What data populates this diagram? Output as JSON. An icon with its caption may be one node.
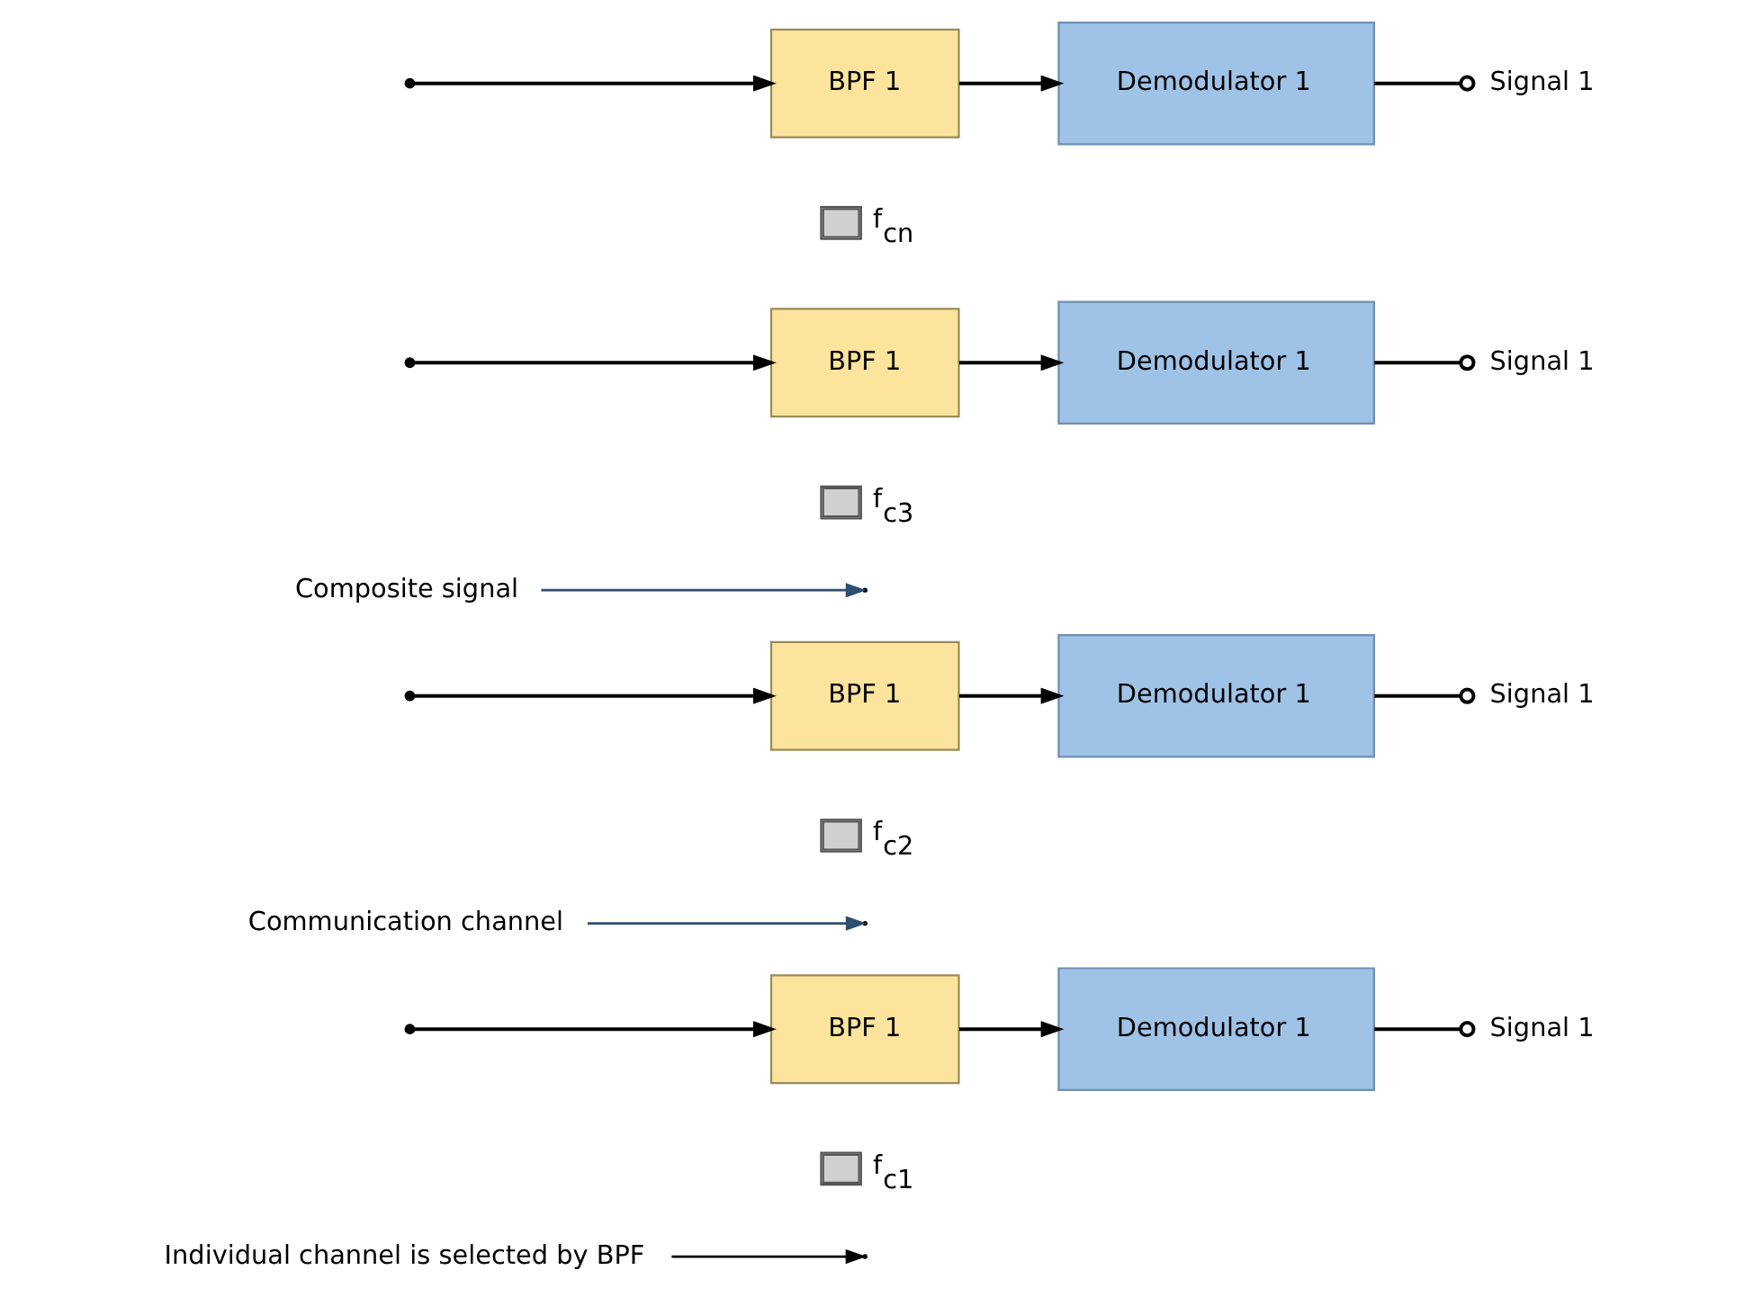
{
  "diagram": {
    "nodes": [
      {
        "text": [
          "Individual channel is selected by BPF"
        ]
      },
      {
        "text": [
          "BPF 1"
        ],
        "beside": [
          "f$_{c1}$"
        ]
      },
      {
        "text": [
          "Demodulator 1"
        ]
      },
      {
        "text": [
          "Signal 1"
        ]
      },
      {
        "text": [
          "Communication channel"
        ]
      },
      {
        "text": [
          "BPF 1"
        ],
        "beside": [
          "f$_{c2}$"
        ]
      },
      {
        "text": [
          "Demodulator 1"
        ]
      },
      {
        "text": [
          "Signal 1"
        ]
      },
      {
        "text": [
          "Composite signal"
        ]
      },
      {
        "text": [
          "BPF 1"
        ],
        "beside": [
          "f$_{c3}$"
        ]
      },
      {
        "text": [
          "Demodulator 1"
        ]
      },
      {
        "text": [
          "Signal 1"
        ]
      },
      {
        "text": [
          "BPF 1"
        ],
        "beside": [
          "f$_{cn}$"
        ]
      },
      {
        "text": [
          "Demodulator 1"
        ]
      },
      {
        "text": [
          "Signal 1"
        ]
      }
    ],
    "edges": [
      {
        "from": null,
        "to": 1,
        "arrow": "to"
      },
      {
        "from": null,
        "to": 5,
        "arrow": "to"
      },
      {
        "from": null,
        "to": 9,
        "arrow": "to"
      },
      {
        "from": null,
        "to": 12,
        "arrow": "to"
      },
      {
        "from": 1,
        "to": 2,
        "arrow": "to"
      },
      {
        "from": 5,
        "to": 6,
        "arrow": "to"
      },
      {
        "from": 9,
        "to": 10,
        "arrow": "to"
      },
      {
        "from": 12,
        "to": 13,
        "arrow": "to"
      },
      {
        "from": 2,
        "to": 3,
        "arrow": "other"
      },
      {
        "from": 6,
        "to": 7,
        "arrow": "other"
      },
      {
        "from": 10,
        "to": 11,
        "arrow": "other"
      },
      {
        "from": 13,
        "to": 14,
        "arrow": "other"
      },
      {
        "from": 0,
        "to": null,
        "arrow": "to"
      },
      {
        "from": 4,
        "to": null,
        "arrow": "to",
        "color": "#2f4f6f"
      },
      {
        "from": 8,
        "to": null,
        "arrow": "to",
        "color": "#2f4f6f"
      }
    ]
  }
}
